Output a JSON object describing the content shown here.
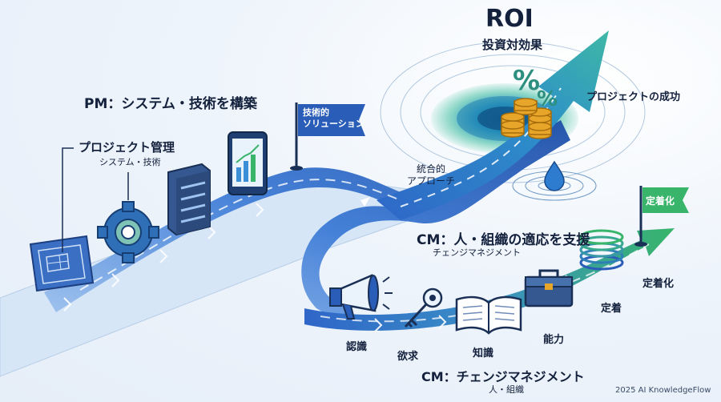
{
  "roi": {
    "title": "ROI",
    "subtitle": "投資対効果"
  },
  "pm": {
    "heading": "PM：システム・技術を構築",
    "pm_box_title": "プロジェクト管理",
    "pm_box_sub": "システム・技術"
  },
  "flag_tech": "技術的\nソリューション",
  "flag_fix": "定着化",
  "project_success": "プロジェクトの成功",
  "integrated": "統合的\nアプローチ",
  "cm_top": {
    "heading": "CM：人・組織の適応を支援",
    "sub": "チェンジマネジメント"
  },
  "stages": [
    "認識",
    "欲求",
    "知識",
    "能力",
    "定着",
    "定着化"
  ],
  "cm_bottom": {
    "heading": "CM：チェンジマネジメント",
    "sub": "人・組織"
  },
  "footer": "2025 AI KnowledgeFlow",
  "colors": {
    "navy": "#14213d",
    "blue": "#2f66c8",
    "teal": "#3fb8a6",
    "green": "#38b56a",
    "gold": "#e7a52a"
  },
  "icons": [
    "blueprint-icon",
    "gear-icon",
    "server-icon",
    "phone-chart-icon",
    "flag-icon",
    "coins-icon",
    "percent-icon",
    "water-drop-icon",
    "megaphone-icon",
    "key-icon",
    "book-icon",
    "toolbox-icon",
    "spring-coil-icon"
  ]
}
